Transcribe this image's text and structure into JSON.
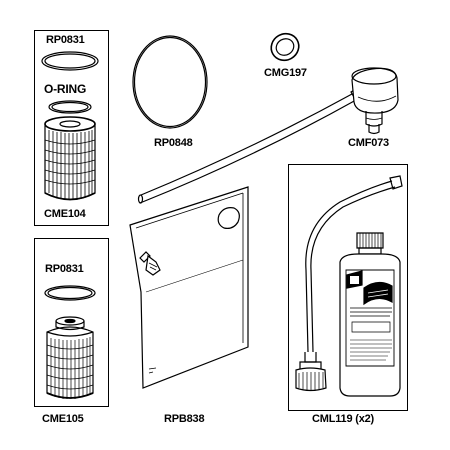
{
  "parts_diagram": {
    "ink_color": "#000000",
    "background_color": "#ffffff",
    "labels": {
      "rp0831_top": "RP0831",
      "o_ring": "O-RING",
      "cme104": "CME104",
      "rp0848": "RP0848",
      "cmg197": "CMG197",
      "cmf073": "CMF073",
      "rp0831_bottom": "RP0831",
      "cme105": "CME105",
      "rpb838": "RPB838",
      "cml119": "CML119 (x2)"
    }
  }
}
